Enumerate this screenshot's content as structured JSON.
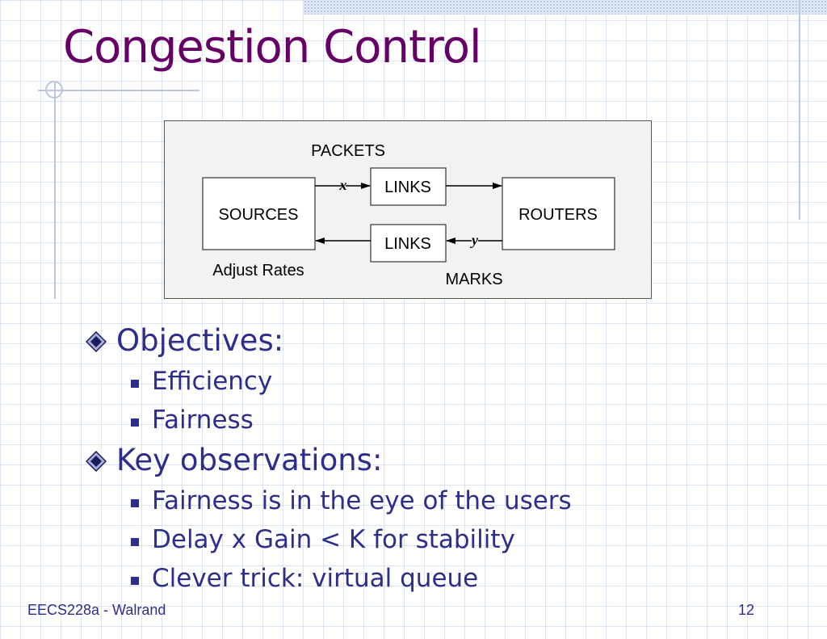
{
  "slide": {
    "title": "Congestion Control",
    "footer_left": "EECS228a - Walrand",
    "page_number": "12"
  },
  "diagram": {
    "packets_label": "PACKETS",
    "sources_label": "SOURCES",
    "routers_label": "ROUTERS",
    "links_top_label": "LINKS",
    "links_bottom_label": "LINKS",
    "x_label": "x",
    "y_label": "y",
    "adjust_rates_label": "Adjust Rates",
    "marks_label": "MARKS"
  },
  "bullets": [
    {
      "text": "Objectives:",
      "subitems": [
        "Efficiency",
        "Fairness"
      ]
    },
    {
      "text": "Key observations:",
      "subitems": [
        "Fairness is in the eye of the users",
        "Delay x Gain < K for stability",
        "Clever trick: virtual queue"
      ]
    }
  ],
  "colors": {
    "title": "#660066",
    "body_text": "#2d2d8a",
    "grid": "#becde6"
  }
}
